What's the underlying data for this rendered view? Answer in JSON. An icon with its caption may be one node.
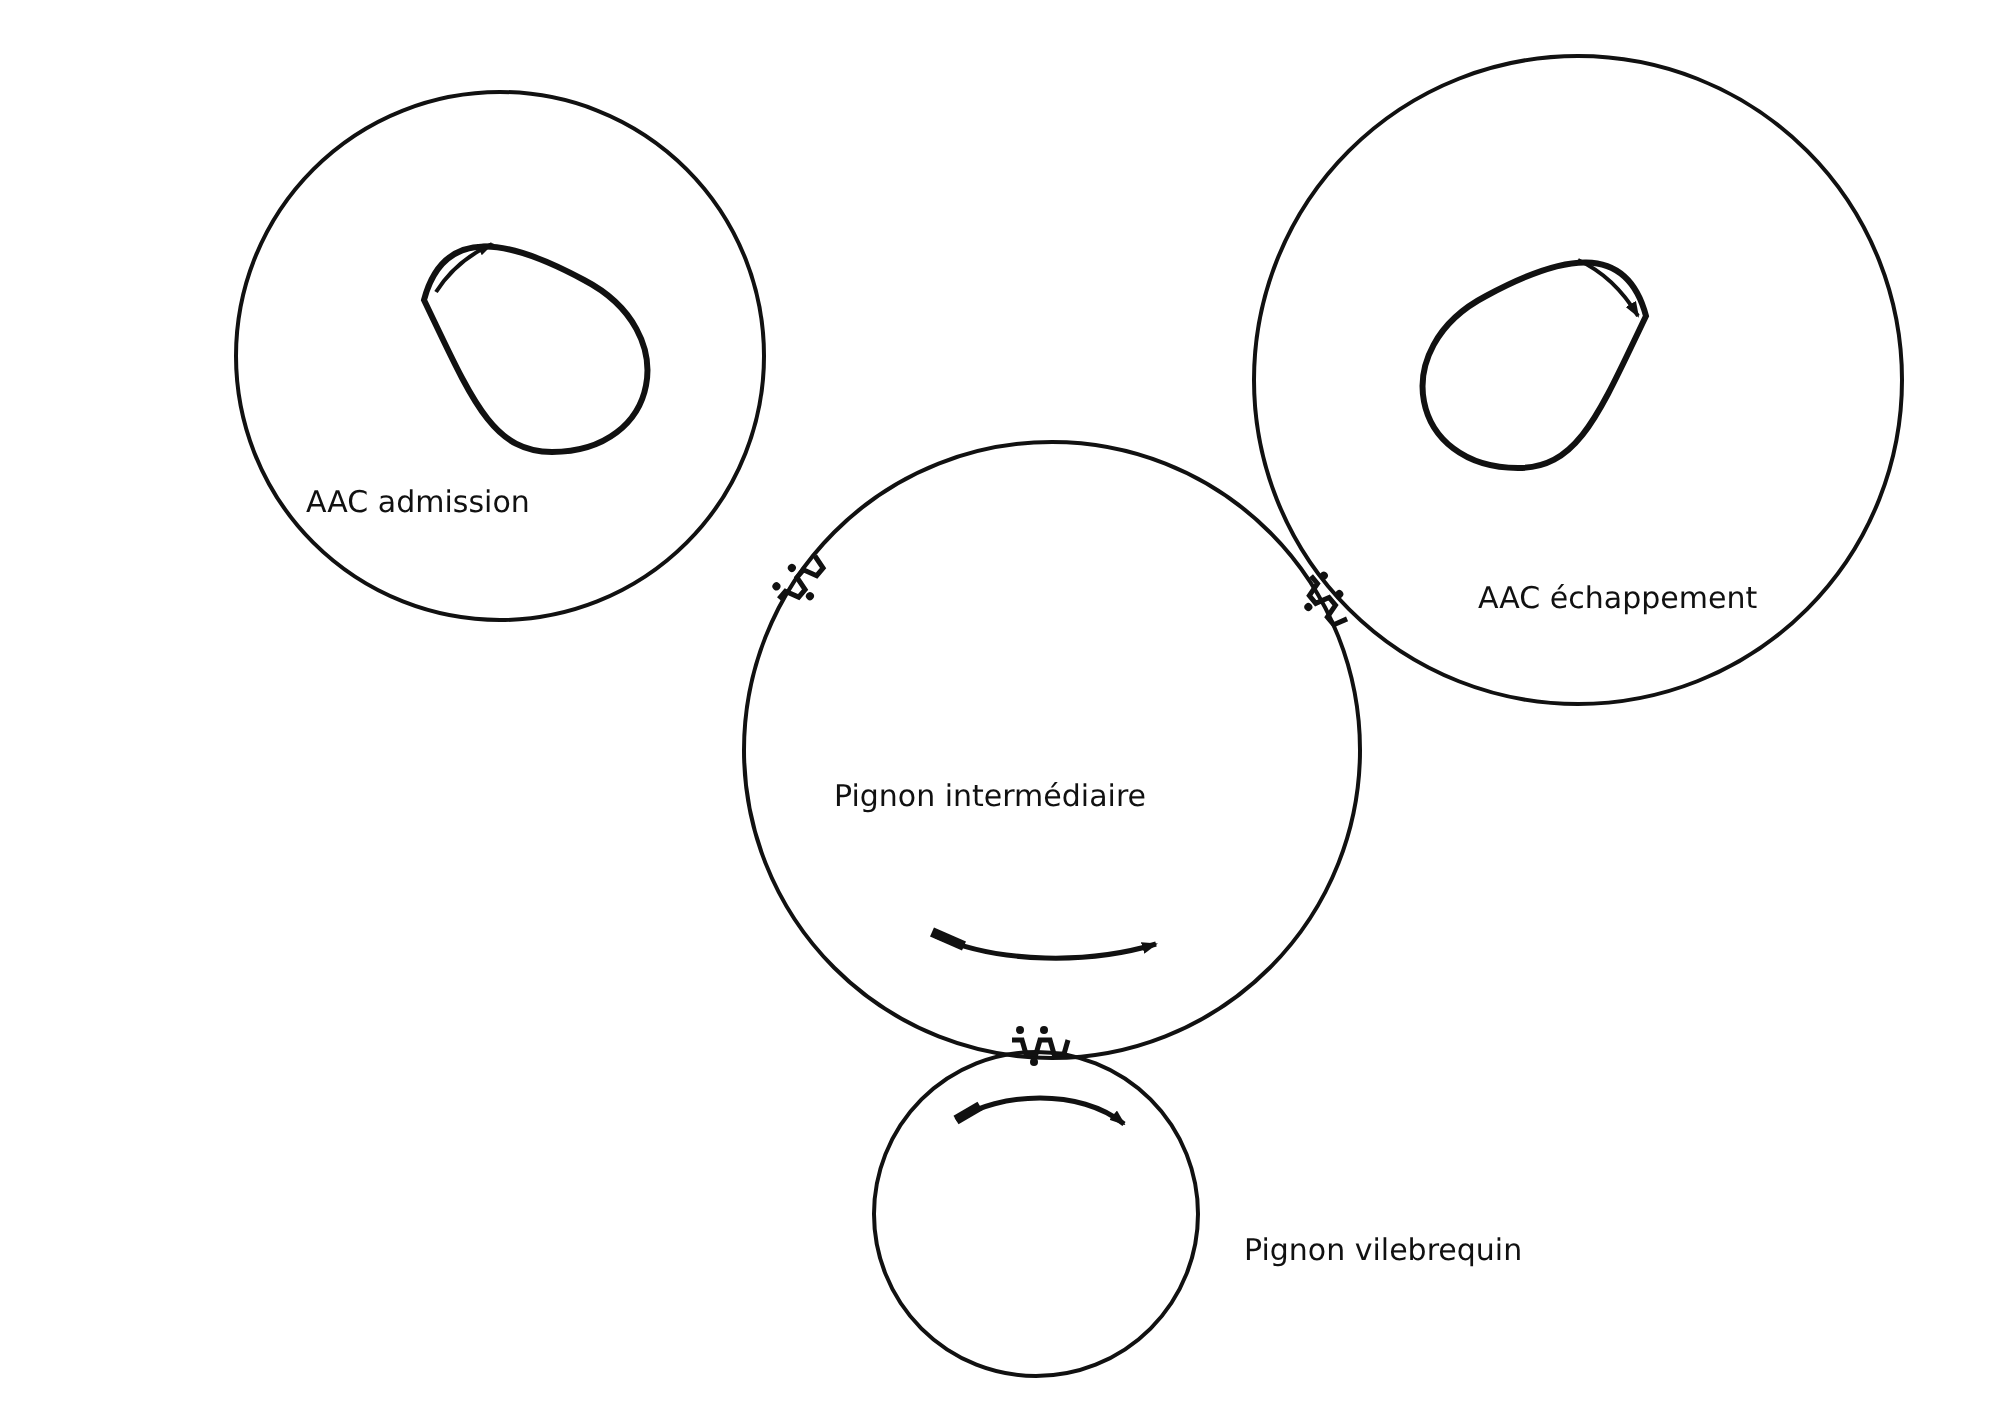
{
  "diagram": {
    "nodes": [
      {
        "text": [
          "AAC admission"
        ]
      },
      {
        "text": [
          "AAC échappement"
        ]
      },
      {
        "text": [
          "Pignon intermédiaire"
        ]
      },
      {
        "text": [],
        "shape": "circle",
        "beside": [
          "Pignon vilebrequin"
        ]
      }
    ]
  }
}
